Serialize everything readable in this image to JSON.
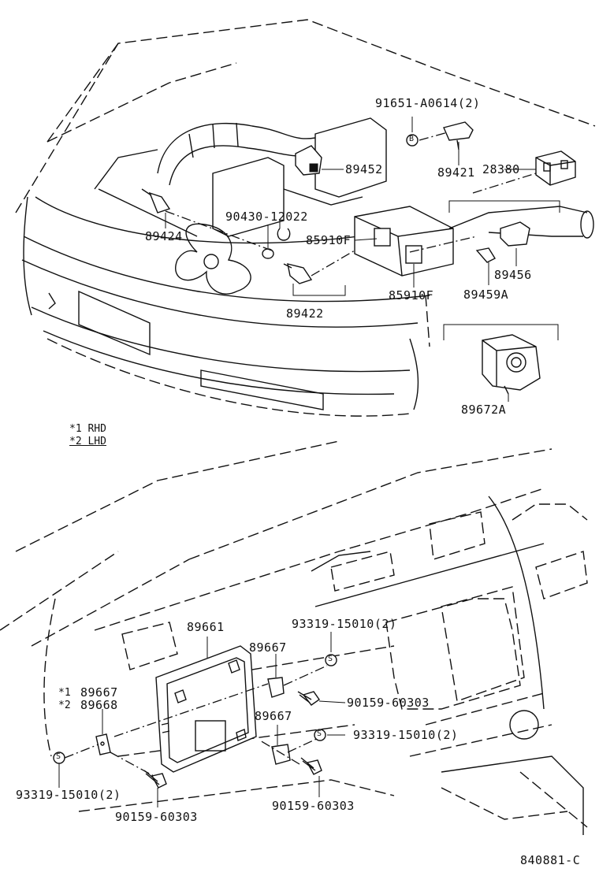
{
  "labels": {
    "p91651": "91651-A0614(2)",
    "p89452": "89452",
    "p89421": "89421",
    "p28380": "28380",
    "p90430": "90430-12022",
    "p89424": "89424",
    "p85910F_top": "85910F",
    "p85910F_bottom": "85910F",
    "p89456": "89456",
    "p89459A": "89459A",
    "p89422": "89422",
    "p89672A": "89672A",
    "p89661": "89661",
    "p93319_top": "93319-15010(2)",
    "p89667_top": "89667",
    "p89667_rhd": "89667",
    "p89668_lhd": "89668",
    "p90159_mid": "90159-60303",
    "p89667_lower": "89667",
    "p93319_mid": "93319-15010(2)",
    "p93319_left": "93319-15010(2)",
    "p90159_left": "90159-60303",
    "p90159_bottom": "90159-60303",
    "diagram_code": "840881-C"
  },
  "notes": {
    "rhd": "*1 RHD",
    "lhd": "*2 LHD",
    "star1": "*1",
    "star2": "*2"
  },
  "markers": {
    "b": "B",
    "s": "S"
  }
}
